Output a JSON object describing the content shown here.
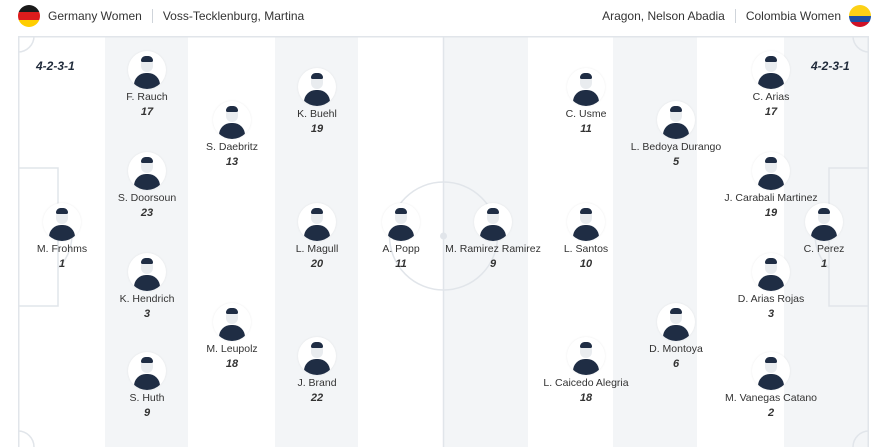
{
  "home": {
    "team_name": "Germany Women",
    "coach": "Voss-Tecklenburg, Martina",
    "formation": "4-2-3-1",
    "flag_icon": "germany-flag-icon",
    "colors": [
      "#1a1a1a",
      "#dd1c1c",
      "#ffce00"
    ],
    "players": [
      {
        "name": "M. Frohms",
        "number": "1"
      },
      {
        "name": "F. Rauch",
        "number": "17"
      },
      {
        "name": "S. Doorsoun",
        "number": "23"
      },
      {
        "name": "K. Hendrich",
        "number": "3"
      },
      {
        "name": "S. Huth",
        "number": "9"
      },
      {
        "name": "S. Daebritz",
        "number": "13"
      },
      {
        "name": "M. Leupolz",
        "number": "18"
      },
      {
        "name": "K. Buehl",
        "number": "19"
      },
      {
        "name": "L. Magull",
        "number": "20"
      },
      {
        "name": "J. Brand",
        "number": "22"
      },
      {
        "name": "A. Popp",
        "number": "11"
      }
    ]
  },
  "away": {
    "team_name": "Colombia Women",
    "coach": "Aragon, Nelson Abadia",
    "formation": "4-2-3-1",
    "flag_icon": "colombia-flag-icon",
    "colors": [
      "#fcd116",
      "#1c4fa3",
      "#ce1126"
    ],
    "players": [
      {
        "name": "M. Ramirez Ramirez",
        "number": "9"
      },
      {
        "name": "C. Usme",
        "number": "11"
      },
      {
        "name": "L. Santos",
        "number": "10"
      },
      {
        "name": "L. Caicedo Alegria",
        "number": "18"
      },
      {
        "name": "L. Bedoya Durango",
        "number": "5"
      },
      {
        "name": "D. Montoya",
        "number": "6"
      },
      {
        "name": "C. Arias",
        "number": "17"
      },
      {
        "name": "J. Carabali Martinez",
        "number": "19"
      },
      {
        "name": "D. Arias Rojas",
        "number": "3"
      },
      {
        "name": "M. Vanegas Catano",
        "number": "2"
      },
      {
        "name": "C. Perez",
        "number": "1"
      }
    ]
  },
  "pitch_colors": {
    "stripe_light": "#ffffff",
    "stripe_dark": "#f3f5f7",
    "lines": "#e1e5ea"
  }
}
